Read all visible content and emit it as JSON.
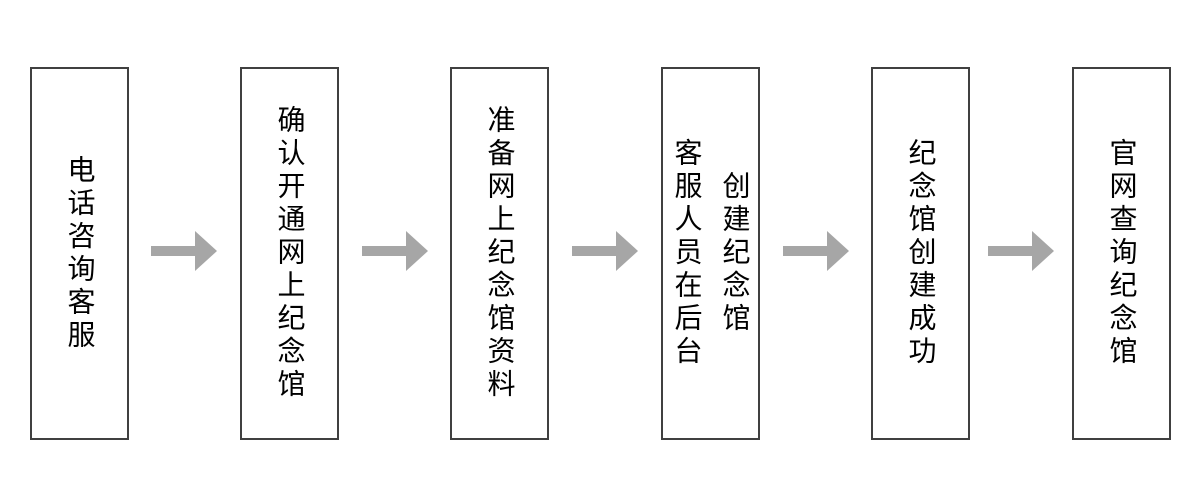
{
  "colors": {
    "background": "#ffffff",
    "box-border": "#404040",
    "box-fill": "#ffffff",
    "text": "#000000",
    "arrow": "#a6a6a6"
  },
  "flow": {
    "type": "flowchart",
    "direction": "left-to-right",
    "connector": "right-arrow",
    "steps": [
      {
        "label": "电话咨询客服"
      },
      {
        "label": "确认开通网上纪念馆"
      },
      {
        "label": "准备网上纪念馆资料"
      },
      {
        "label": "客服人员在后台\n创建纪念馆"
      },
      {
        "label": "纪念馆创建成功"
      },
      {
        "label": "官网查询纪念馆"
      }
    ]
  }
}
